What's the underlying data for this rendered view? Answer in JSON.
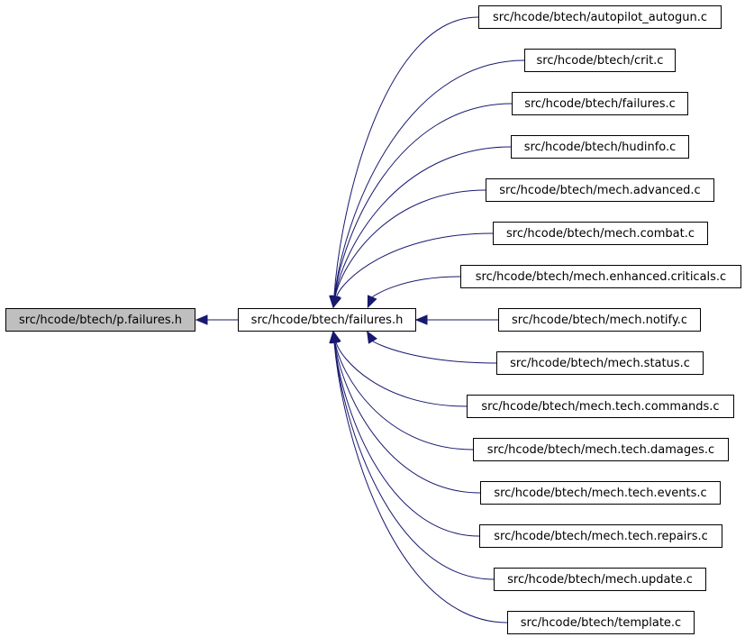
{
  "graph": {
    "root": {
      "label": "src/hcode/btech/p.failures.h",
      "fill": "#bfbfbf"
    },
    "hub": {
      "label": "src/hcode/btech/failures.h",
      "fill": "#ffffff"
    },
    "includers": [
      {
        "label": "src/hcode/btech/autopilot_autogun.c"
      },
      {
        "label": "src/hcode/btech/crit.c"
      },
      {
        "label": "src/hcode/btech/failures.c"
      },
      {
        "label": "src/hcode/btech/hudinfo.c"
      },
      {
        "label": "src/hcode/btech/mech.advanced.c"
      },
      {
        "label": "src/hcode/btech/mech.combat.c"
      },
      {
        "label": "src/hcode/btech/mech.enhanced.criticals.c"
      },
      {
        "label": "src/hcode/btech/mech.notify.c"
      },
      {
        "label": "src/hcode/btech/mech.status.c"
      },
      {
        "label": "src/hcode/btech/mech.tech.commands.c"
      },
      {
        "label": "src/hcode/btech/mech.tech.damages.c"
      },
      {
        "label": "src/hcode/btech/mech.tech.events.c"
      },
      {
        "label": "src/hcode/btech/mech.tech.repairs.c"
      },
      {
        "label": "src/hcode/btech/mech.update.c"
      },
      {
        "label": "src/hcode/btech/template.c"
      }
    ],
    "edge_color": "#191970"
  }
}
